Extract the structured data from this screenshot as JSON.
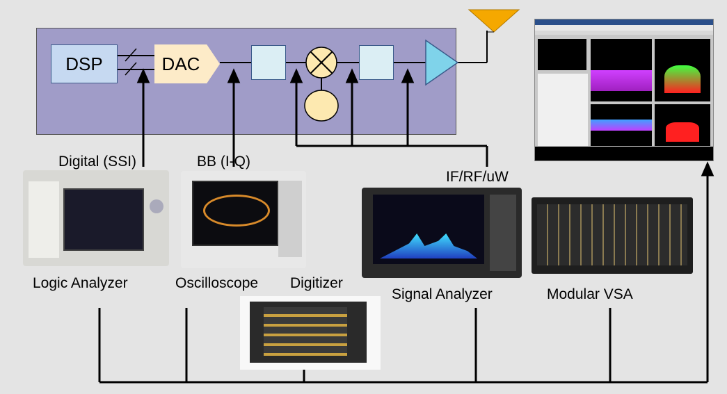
{
  "blocks": {
    "dsp": "DSP",
    "dac": "DAC"
  },
  "tap_labels": {
    "digital": "Digital (SSI)",
    "baseband": "BB (I-Q)",
    "rf": "IF/RF/uW"
  },
  "instruments": {
    "logic_analyzer": "Logic Analyzer",
    "oscilloscope": "Oscilloscope",
    "digitizer": "Digitizer",
    "signal_analyzer": "Signal Analyzer",
    "modular_vsa": "Modular VSA"
  },
  "colors": {
    "background": "#e4e4e4",
    "dut_panel": "#a09cc8",
    "dsp_block": "#c6d9f1",
    "dac_block": "#fdebc8",
    "filter_block": "#dbeef4",
    "mixer": "#fde9b0",
    "amplifier": "#7fd3ea",
    "antenna": "#f5a800"
  }
}
